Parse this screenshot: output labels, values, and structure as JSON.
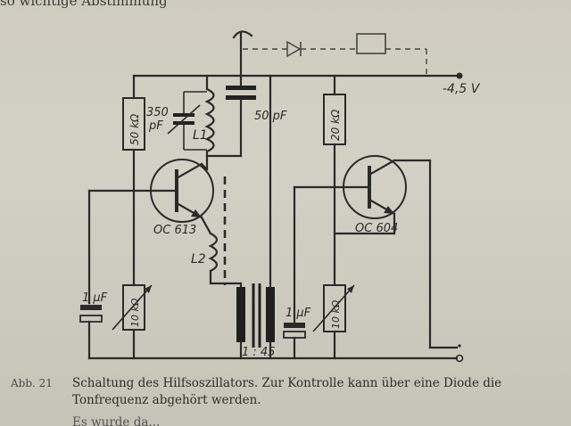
{
  "top_fragment": "so wichtige Abstimmung",
  "labels": {
    "r1": "50 kΩ",
    "c_var_value": "350",
    "c_var_unit": "pF",
    "l1": "L1",
    "c2": "50 pF",
    "r2": "20 kΩ",
    "supply": "-4,5 V",
    "t1": "OC 613",
    "t2": "OC 604",
    "l2": "L2",
    "c3": "1 µF",
    "p1": "10 kΩ",
    "c4": "1 µF",
    "p2": "10 kΩ",
    "ratio": "1 : 45"
  },
  "caption": {
    "number": "Abb. 21",
    "line1": "Schaltung des Hilfsoszillators. Zur Kontrolle kann über eine Diode die",
    "line2": "Tonfrequenz abgehört werden.",
    "line3": "Es wurde da..."
  }
}
